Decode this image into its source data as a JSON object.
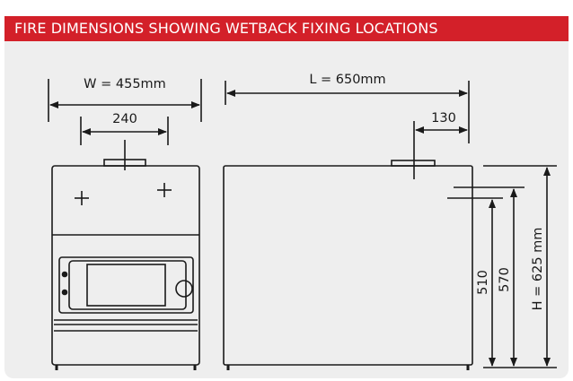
{
  "header": {
    "title": "FIRE DIMENSIONS SHOWING WETBACK FIXING LOCATIONS"
  },
  "dimensions": {
    "width": "W = 455mm",
    "fixing_spacing": "240",
    "length": "L = 650mm",
    "rear_offset": "130",
    "height_lower": "510",
    "height_upper": "570",
    "height_total": "H = 625 mm"
  },
  "colors": {
    "header_bg": "#d32029",
    "panel_bg": "#eeeeee",
    "stroke": "#1a1a1a"
  }
}
